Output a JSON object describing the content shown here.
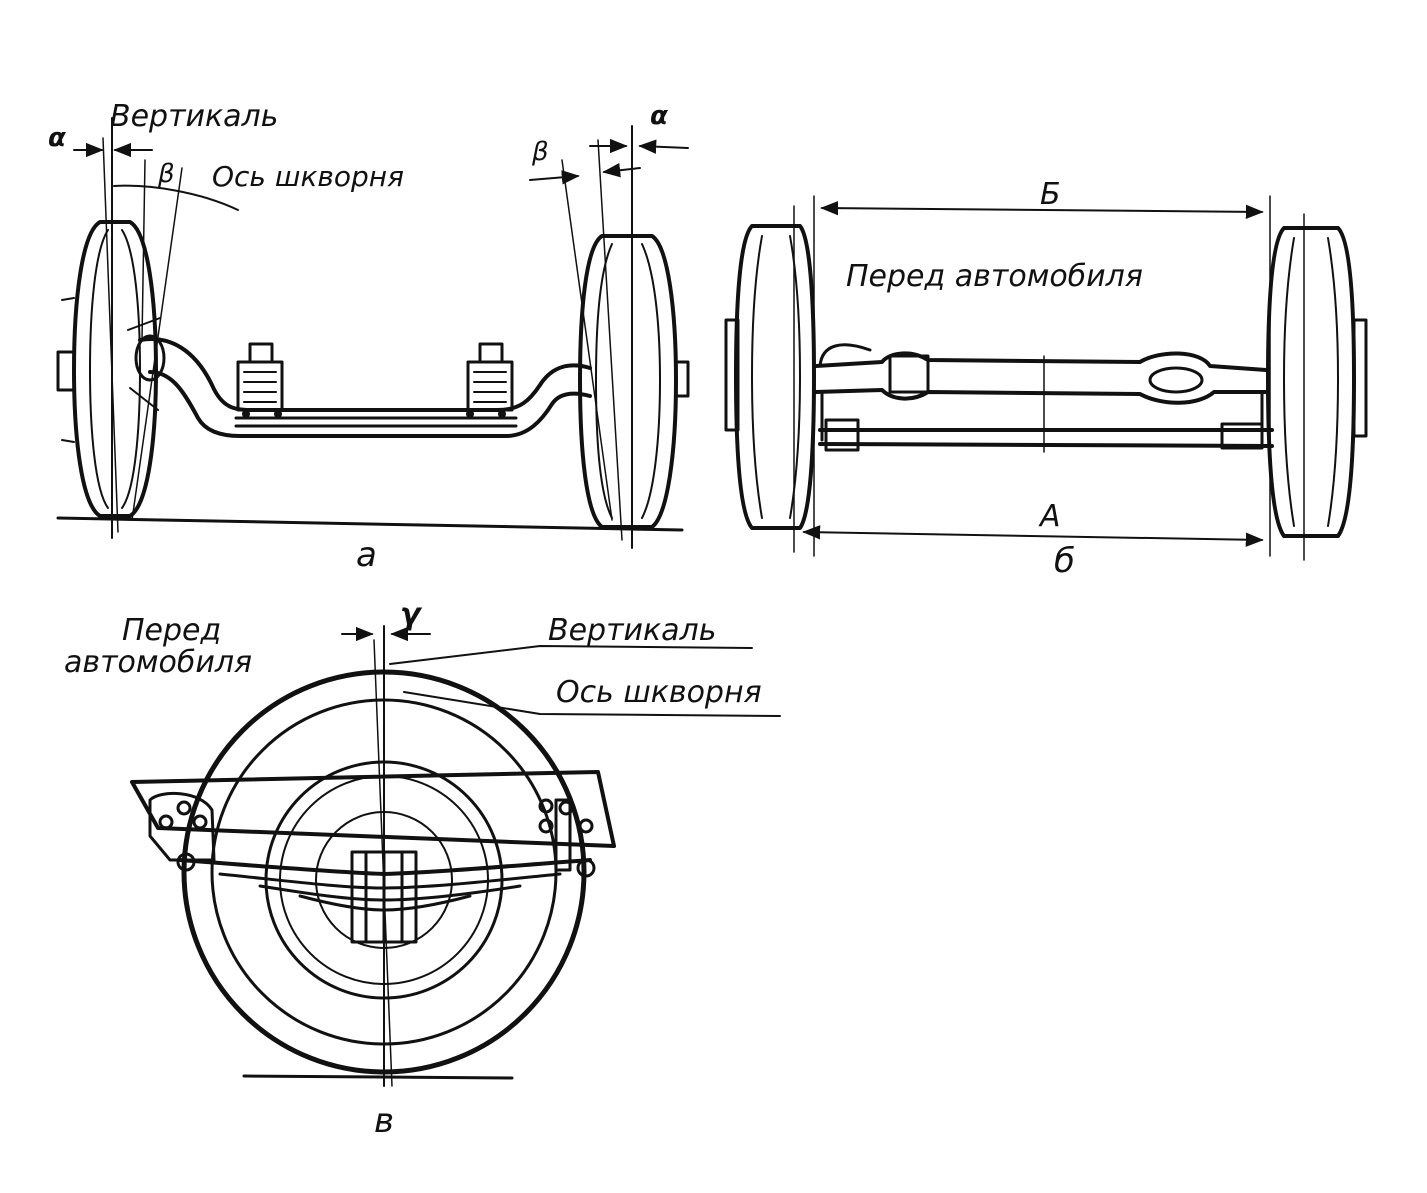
{
  "panels": {
    "a": {
      "caption": "а",
      "label_vertical": "Вертикаль",
      "label_kingpin_axis": "Ось шкворня",
      "angle_alpha_left": "α",
      "angle_beta_left": "β",
      "angle_alpha_right": "α",
      "angle_beta_right": "β"
    },
    "b": {
      "caption": "б",
      "label_front": "Перед автомобиля",
      "dim_top": "Б",
      "dim_bottom": "А"
    },
    "c": {
      "caption": "в",
      "label_front_line1": "Перед",
      "label_front_line2": "автомобиля",
      "label_vertical": "Вертикаль",
      "label_kingpin_axis": "Ось шкворня",
      "angle_gamma": "γ"
    }
  }
}
